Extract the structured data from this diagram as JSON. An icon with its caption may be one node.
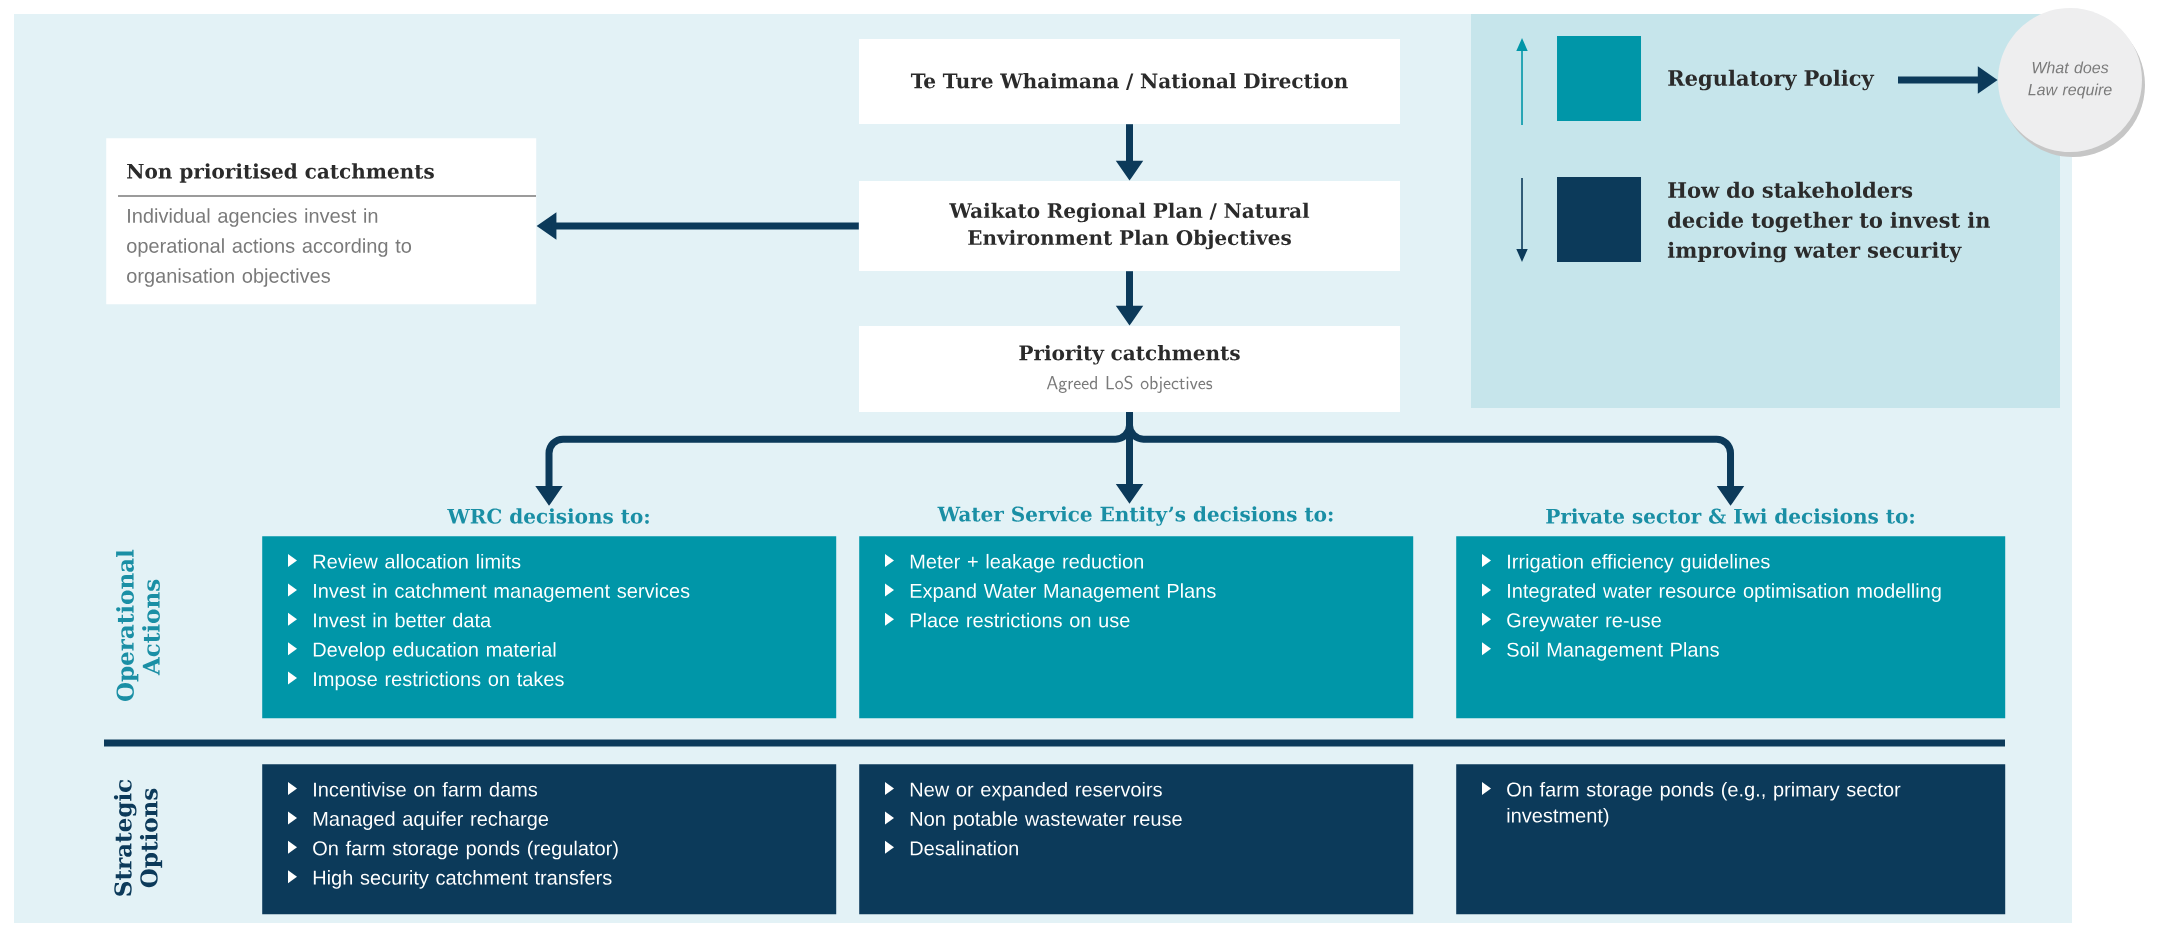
{
  "diagram": {
    "nodes": [
      {
        "text": [
          "Te Ture Whaimana / National Direction"
        ]
      },
      {
        "text": [
          "Waikato Regional Plan / Natural Environment Plan Objectives"
        ]
      },
      {
        "text": [
          "Priority catchments",
          "Agreed LoS objectives"
        ]
      },
      {
        "text": [
          "Non prioritised catchments",
          "Individual agencies invest in operational actions according to organisation objectives"
        ]
      },
      {
        "text": [
          "WRC decisions to:",
          "Review allocation limits",
          "Invest in catchment management services",
          "Invest in better data",
          "Develop education material",
          "Impose restrictions on takes"
        ]
      },
      {
        "text": [
          "Water Service Entity’s decisions to:",
          "Meter + leakage reduction",
          "Expand Water Management Plans",
          "Place restrictions on use"
        ]
      },
      {
        "text": [
          "Private sector & Iwi decisions to:",
          "Irrigation efficiency guidelines",
          "Integrated water resource optimisation modelling",
          "Greywater re-use",
          "Soil Management Plans"
        ]
      },
      {
        "text": [
          "Incentivise on farm dams",
          "Managed aquifer recharge",
          "On farm storage ponds (regulator)",
          "High security catchment transfers"
        ]
      },
      {
        "text": [
          "New or expanded reservoirs",
          "Non potable wastewater reuse",
          "Desalination"
        ]
      },
      {
        "text": [
          "On farm storage ponds (e.g., primary sector investment)"
        ]
      },
      {
        "text": [
          "What does Law require"
        ]
      }
    ],
    "edges": [
      {
        "from": 0,
        "to": 1,
        "arrow": "to"
      },
      {
        "from": 1,
        "to": 3,
        "arrow": "to"
      },
      {
        "from": 1,
        "to": 2,
        "arrow": "to"
      },
      {
        "from": 2,
        "to": 4,
        "arrow": "to"
      },
      {
        "from": 2,
        "to": 5,
        "arrow": "to"
      },
      {
        "from": 2,
        "to": 6,
        "arrow": "to"
      },
      {
        "from": null,
        "to": 10,
        "arrow": "to"
      }
    ],
    "labels": [
      "Operational Actions",
      "Strategic Options"
    ],
    "legend": [
      {
        "text": "Regulatory Policy",
        "color": "#0096a8"
      },
      {
        "text": "How do stakeholders decide together to invest in improving water security",
        "color": "#0c3a5a"
      }
    ]
  }
}
